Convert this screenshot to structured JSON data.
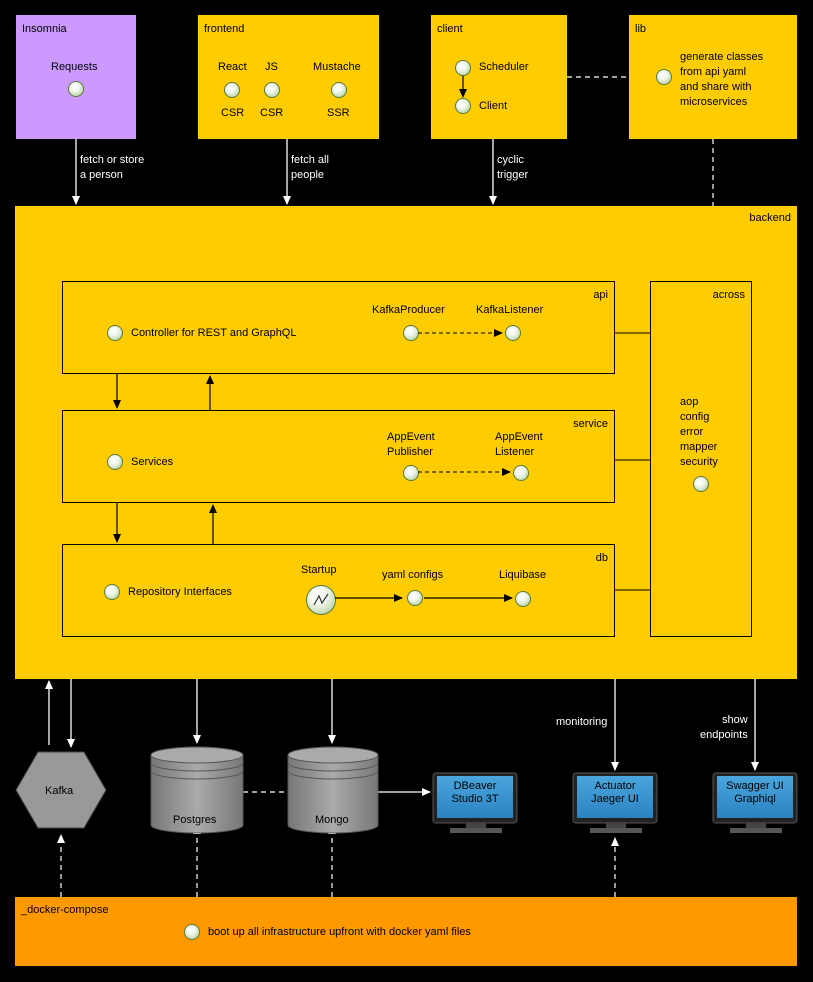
{
  "insomnia": {
    "title": "Insomnia",
    "node": "Requests"
  },
  "frontend": {
    "title": "frontend",
    "nodes": [
      {
        "top": "React",
        "bottom": "CSR"
      },
      {
        "top": "JS",
        "bottom": "CSR"
      },
      {
        "top": "Mustache",
        "bottom": "SSR"
      }
    ]
  },
  "client": {
    "title": "client",
    "scheduler": "Scheduler",
    "client": "Client"
  },
  "lib": {
    "title": "lib",
    "text": "generate classes\nfrom api yaml\nand share with\nmicroservices"
  },
  "edges": {
    "insomnia": "fetch or store\na person",
    "frontend": "fetch all\npeople",
    "client": "cyclic\ntrigger",
    "monitoring": "monitoring",
    "endpoints": "show\nendpoints"
  },
  "backend": {
    "title": "backend",
    "api": {
      "title": "api",
      "controller": "Controller for REST and GraphQL",
      "producer": "KafkaProducer",
      "listener": "KafkaListener"
    },
    "service": {
      "title": "service",
      "services": "Services",
      "publisher": "AppEvent\nPublisher",
      "listener": "AppEvent\nListener"
    },
    "db": {
      "title": "db",
      "repo": "Repository Interfaces",
      "startup": "Startup",
      "yaml": "yaml configs",
      "liquibase": "Liquibase"
    },
    "across": {
      "title": "across",
      "items": "aop\nconfig\nerror\nmapper\nsecurity"
    }
  },
  "infra": {
    "kafka": "Kafka",
    "postgres": "Postgres",
    "mongo": "Mongo",
    "dbeaver": "DBeaver\nStudio 3T",
    "actuator": "Actuator\nJaeger UI",
    "swagger": "Swagger UI\nGraphiql"
  },
  "compose": {
    "title": "_docker-compose",
    "text": "boot up all infrastructure upfront with docker yaml files"
  },
  "colors": {
    "box": "#ffcc00",
    "insomnia": "#cc99ff",
    "compose": "#ff9900",
    "infra": "#999999",
    "monitor": "#3399cc"
  }
}
